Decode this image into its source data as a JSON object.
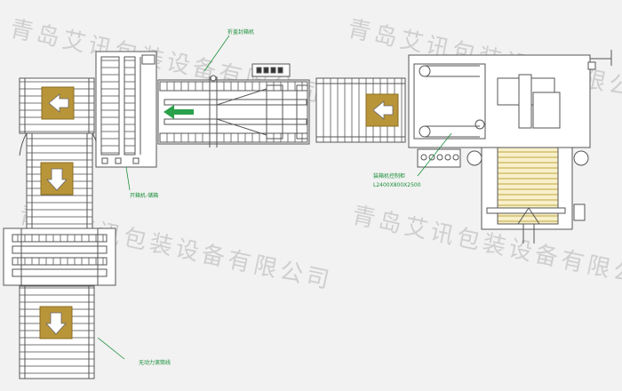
{
  "watermarks": [
    "青岛艾讯包装设备有限公司",
    "青岛艾讯包装设备有限公司",
    "青岛艾讯包装设备有限公司",
    "青岛艾讯包装设备有限公司"
  ],
  "callouts": {
    "top_middle": "折盖封箱机",
    "left_mid": "开箱机-储箱",
    "right_mid": "装箱机控制柜",
    "right_mid_sub": "L2400X800X2500",
    "bottom_left": "无动力滚筒线"
  },
  "colors": {
    "line": "#555555",
    "arrow_fill": "#b9953a",
    "callout": "#1b8f3a",
    "flow_arrow": "#2aa14a"
  }
}
